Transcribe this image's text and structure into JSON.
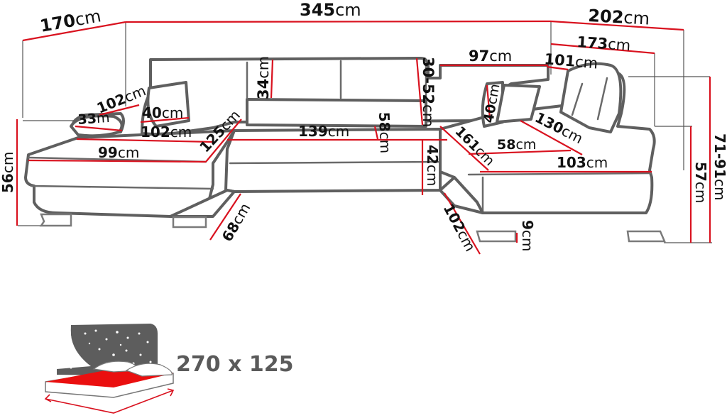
{
  "diagram": {
    "title": "U-shaped corner sofa dimensions",
    "accent_color": "#d9121f",
    "outline_color": "#5f5f5f",
    "dimensions": {
      "total_width": {
        "value": "345",
        "unit": "cm"
      },
      "left_depth": {
        "value": "170",
        "unit": "cm"
      },
      "right_depth": {
        "value": "202",
        "unit": "cm"
      },
      "right_inner_173": {
        "value": "173",
        "unit": "cm"
      },
      "right_armrest_101": {
        "value": "101",
        "unit": "cm"
      },
      "backrest_97": {
        "value": "97",
        "unit": "cm"
      },
      "backrest_height_34": {
        "value": "34",
        "unit": "cm"
      },
      "headrest_adjust": {
        "value": "30-52",
        "unit": "cm"
      },
      "left_102_top": {
        "value": "102",
        "unit": "cm"
      },
      "left_33": {
        "value": "33",
        "unit": "m"
      },
      "left_pillow_40": {
        "value": "40",
        "unit": "cm"
      },
      "left_seat_102": {
        "value": "102",
        "unit": "cm"
      },
      "left_diag_125": {
        "value": "125",
        "unit": "cm"
      },
      "left_front_99": {
        "value": "99",
        "unit": "cm"
      },
      "left_height_56": {
        "value": "56",
        "unit": "cm"
      },
      "left_leg_68": {
        "value": "68",
        "unit": "cm"
      },
      "center_139": {
        "value": "139",
        "unit": "cm"
      },
      "center_depth_58": {
        "value": "58",
        "unit": "cm"
      },
      "center_height_42": {
        "value": "42",
        "unit": "cm"
      },
      "right_pillow_40": {
        "value": "40",
        "unit": "cm"
      },
      "right_diag_161": {
        "value": "161",
        "unit": "cm"
      },
      "right_seat_58": {
        "value": "58",
        "unit": "cm"
      },
      "right_diag_130": {
        "value": "130",
        "unit": "cm"
      },
      "right_front_103": {
        "value": "103",
        "unit": "cm"
      },
      "right_leg_102": {
        "value": "102",
        "unit": "cm"
      },
      "leg_height_9": {
        "value": "9",
        "unit": "cm"
      },
      "right_height_57": {
        "value": "57",
        "unit": "cm"
      },
      "total_height": {
        "value": "71-91",
        "unit": "cm"
      }
    },
    "sleeping_area": {
      "icon": "bed-with-starry-night-icon",
      "label": "270 x 125"
    }
  }
}
